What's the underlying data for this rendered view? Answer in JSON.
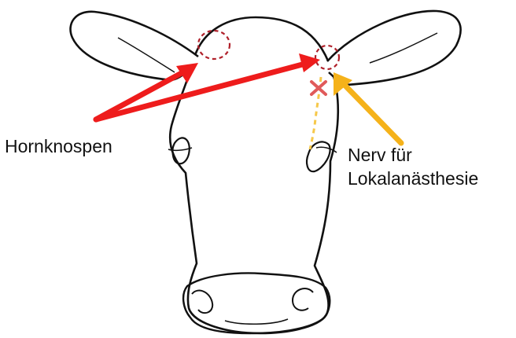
{
  "labels": {
    "horn_buds": "Hornknospen",
    "nerve_line1": "Nerv für",
    "nerve_line2": "Lokalanästhesie"
  },
  "colors": {
    "outline": "#111111",
    "horn_arrow": "#ee1c1c",
    "horn_bud_circle": "#b0202a",
    "nerve_arrow": "#f5b21a",
    "nerve_path": "#f6c84a",
    "injection_mark": "#e05a5a"
  }
}
